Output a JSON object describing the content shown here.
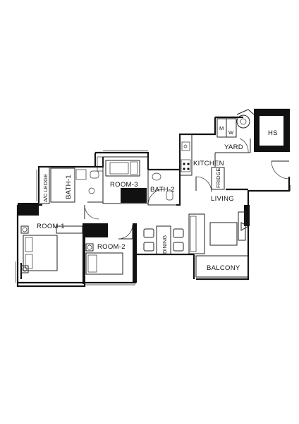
{
  "rooms": {
    "hs": "HS",
    "yard": "YARD",
    "m": "M",
    "w": "W",
    "kitchen": "KITCHEN",
    "fridge": "FRIDGE",
    "bath1": "BATH-1",
    "ac_ledge": "A/C LEDGE",
    "room3": "ROOM-3",
    "bath2": "BATH-2",
    "room1": "ROOM-1",
    "room2": "ROOM-2",
    "living": "LIVING",
    "dining": "DINING",
    "balcony": "BALCONY"
  }
}
